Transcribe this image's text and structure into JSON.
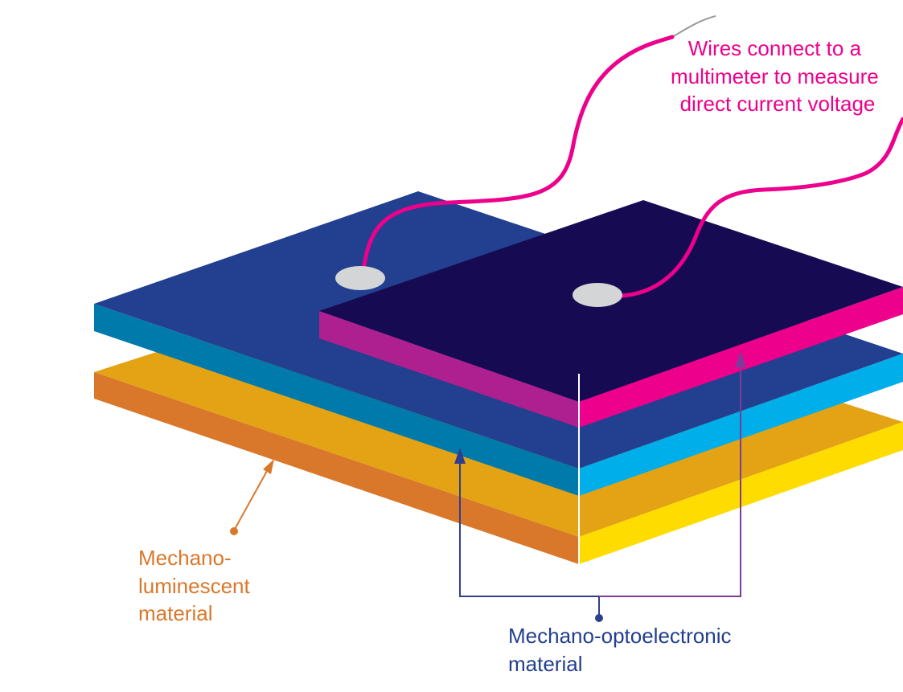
{
  "labels": {
    "wires_note": [
      "Wires connect to a",
      "multimeter to measure",
      "direct current voltage"
    ],
    "luminescent": [
      "Mechano-",
      "luminescent",
      "material"
    ],
    "optoelectronic": [
      "Mechano-optoelectronic",
      "material"
    ]
  },
  "colors": {
    "background": "#ffffff",
    "orange_top": "#E3A314",
    "orange_front": "#D9782A",
    "orange_right": "#FFDC00",
    "blue_top": "#233F8F",
    "blue_front": "#007AAB",
    "blue_right": "#00AEEA",
    "navy_top": "#160B52",
    "magenta_front": "#AE208F",
    "magenta_right": "#EC008C",
    "wire": "#EC008C",
    "wire_tail": "#9A9A9A",
    "contact": "#D3D5D7",
    "label_magenta": "#EC008C",
    "label_orange": "#D9782A",
    "label_navy": "#223E8E",
    "bracket_left": "#2F3F8F",
    "bracket_right": "#7E3B9A",
    "divider": "#ffffff"
  }
}
